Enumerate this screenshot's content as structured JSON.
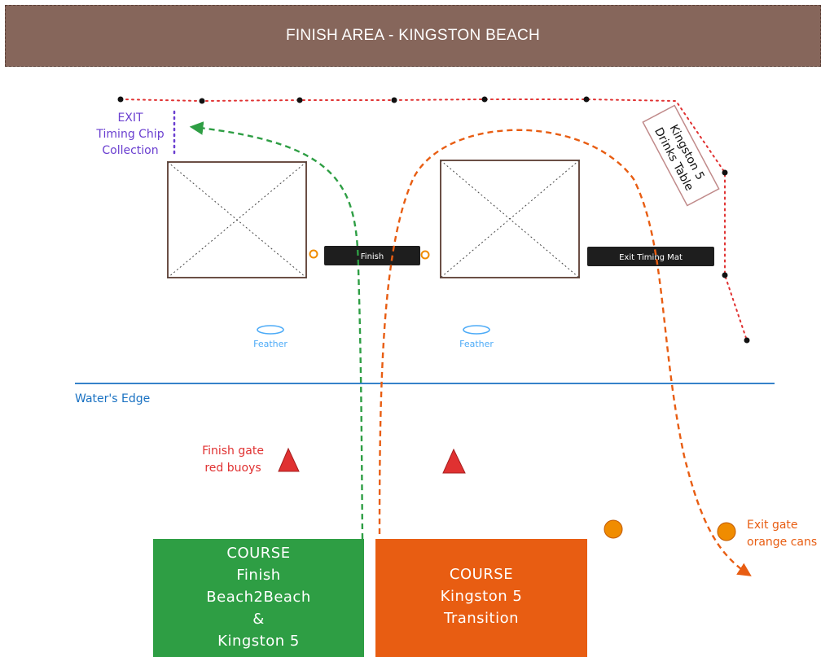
{
  "title": "FINISH AREA  -  KINGSTON BEACH",
  "labels": {
    "exit_line1": "EXIT",
    "exit_line2": "Timing Chip",
    "exit_line3": "Collection",
    "drinks_line1": "Kingston 5",
    "drinks_line2": "Drinks Table",
    "finish_mat": "Finish",
    "exit_timing_mat": "Exit Timing Mat",
    "feather_left": "Feather",
    "feather_right": "Feather",
    "water_edge": "Water's Edge",
    "red_buoys_line1": "Finish gate",
    "red_buoys_line2": "red buoys",
    "orange_cans_line1": "Exit gate",
    "orange_cans_line2": "orange cans"
  },
  "courses": {
    "green_lines": [
      "COURSE",
      "Finish",
      "Beach2Beach",
      "&",
      "Kingston 5"
    ],
    "orange_lines": [
      "COURSE",
      "Kingston 5",
      "Transition"
    ]
  },
  "colors": {
    "title_bg": "#86665b",
    "green": "#2e9e44",
    "orange": "#e85d12",
    "purple": "#6a3fd0",
    "red": "#e03131",
    "blue": "#1971c2",
    "light_blue": "#4dabf7",
    "fence_red": "#e03131"
  }
}
